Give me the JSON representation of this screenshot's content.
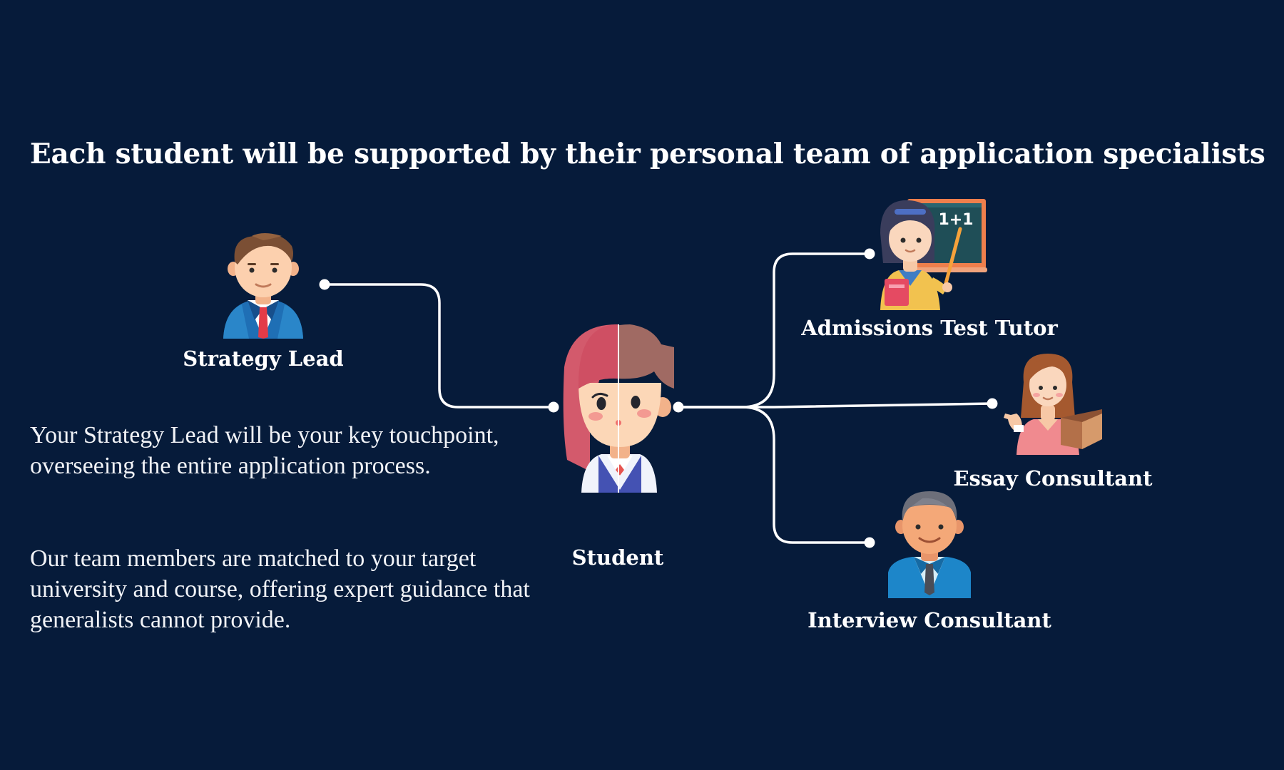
{
  "title": "Each student will be supported by their personal team of application specialists",
  "roles": {
    "strategy_lead": "Strategy Lead",
    "student": "Student",
    "admissions_test_tutor": "Admissions Test Tutor",
    "essay_consultant": "Essay Consultant",
    "interview_consultant": "Interview Consultant"
  },
  "board_text": "1+1",
  "description": {
    "paragraph1": "Your Strategy Lead will be your key touchpoint, overseeing the entire application process.",
    "paragraph2": "Our team members are matched to your target university and course, offering expert guidance that generalists cannot provide."
  },
  "colors": {
    "background": "#061b3a",
    "text": "#ffffff",
    "connector": "#ffffff"
  },
  "icons": {
    "strategy_lead": "businessman-avatar-icon",
    "student": "student-girl-avatar-icon",
    "admissions_test_tutor": "teacher-blackboard-avatar-icon",
    "essay_consultant": "woman-with-book-avatar-icon",
    "interview_consultant": "man-in-suit-avatar-icon"
  }
}
